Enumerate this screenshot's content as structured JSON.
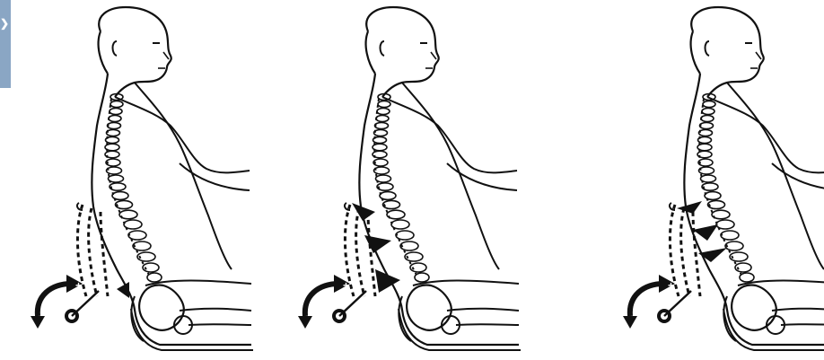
{
  "figure": {
    "panels": [
      {
        "id": "panel-1",
        "support_arrows": 1
      },
      {
        "id": "panel-2",
        "support_arrows": 3
      },
      {
        "id": "panel-3",
        "support_arrows": 3
      }
    ],
    "colors": {
      "line": "#111111",
      "background": "#ffffff",
      "corner_tab": "#8aa6c4"
    },
    "corner_glyph": "❯",
    "icons": [
      "plus-rotate-arrow-icon",
      "minus-arrow-icon",
      "adjustment-knob-icon"
    ]
  }
}
